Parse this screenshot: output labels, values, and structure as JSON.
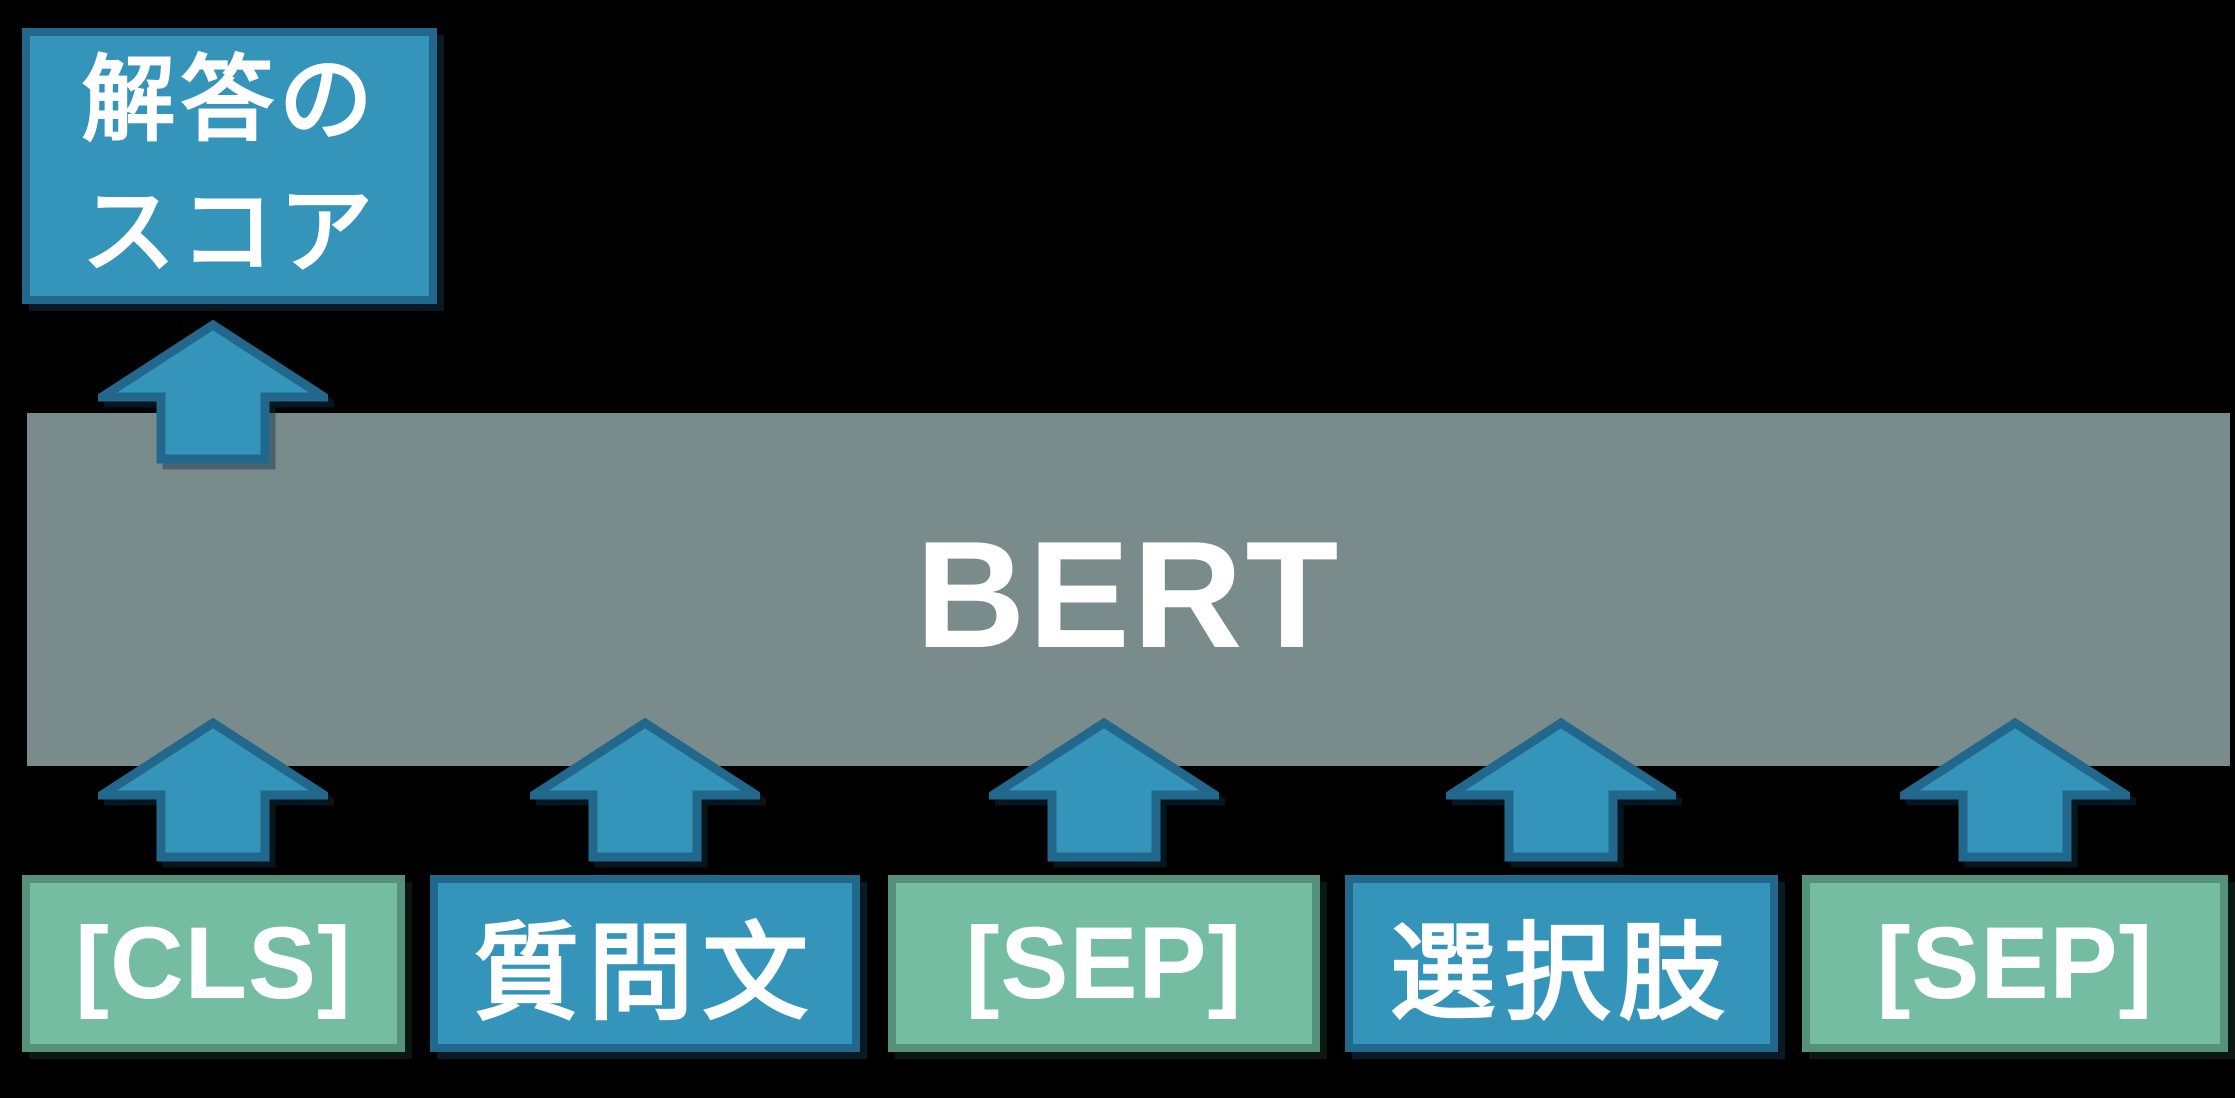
{
  "colors": {
    "background": "#000000",
    "box_blue": "#3494BA",
    "box_blue_border": "#21688C",
    "box_green": "#75BDA2",
    "box_green_border": "#55917B",
    "model_grey": "#7A8B8C",
    "text_white": "#FFFFFF"
  },
  "icons": {
    "up_arrow": "block-up-arrow"
  },
  "output_box": {
    "lines": [
      "解答の",
      "スコア"
    ]
  },
  "model": {
    "label": "BERT"
  },
  "tokens": [
    {
      "label": "[CLS]",
      "kind": "special"
    },
    {
      "label": "質問文",
      "kind": "content"
    },
    {
      "label": "[SEP]",
      "kind": "special"
    },
    {
      "label": "選択肢",
      "kind": "content"
    },
    {
      "label": "[SEP]",
      "kind": "special"
    }
  ]
}
